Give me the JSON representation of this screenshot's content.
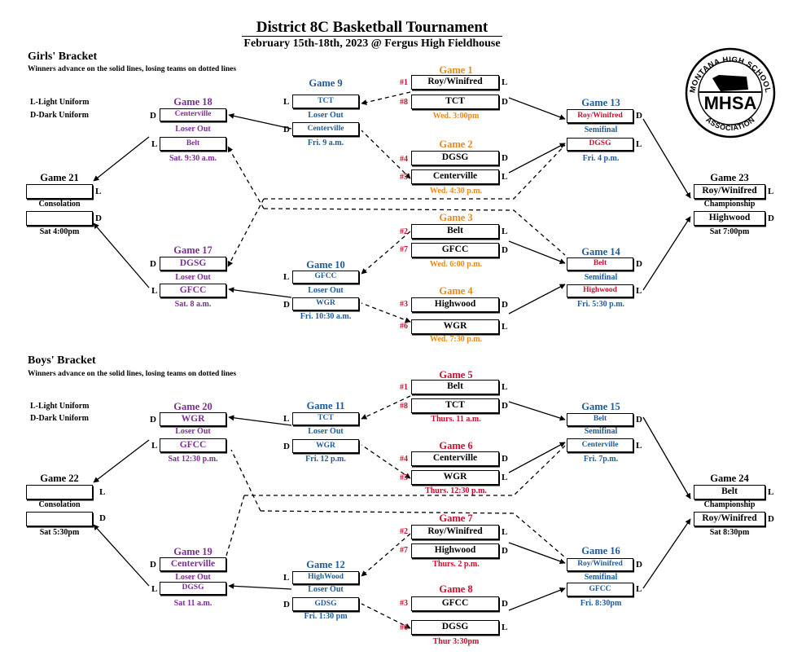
{
  "title": "District 8C Basketball Tournament",
  "subtitle": "February 15th-18th, 2023 @  Fergus High Fieldhouse",
  "colors": {
    "orange": "#e8891e",
    "blue": "#1f5a9a",
    "purple": "#7b2f93",
    "red": "#c8102e"
  },
  "logo": {
    "arc_text": "MONTANA HIGH SCHOOL",
    "bottom_text": "ASSOCIATION",
    "center_text": "MHSA",
    "icon": "montana-state-icon"
  },
  "legend": {
    "light": "L-Light Uniform",
    "dark": "D-Dark Uniform"
  },
  "labels": {
    "loser_out": "Loser Out",
    "semifinal": "Semifinal",
    "championship": "Championship",
    "consolation": "Consolation",
    "L": "L",
    "D": "D"
  },
  "girls": {
    "heading": "Girls' Bracket",
    "note": "Winners advance on the solid lines, losing teams on dotted lines",
    "game1": {
      "label": "Game 1",
      "time": "Wed. 3:00pm",
      "seed_top": "#1",
      "seed_bottom": "#8",
      "top": "Roy/Winifred",
      "bottom": "TCT"
    },
    "game2": {
      "label": "Game 2",
      "time": "Wed. 4:30 p.m.",
      "seed_top": "#4",
      "seed_bottom": "#5",
      "top": "DGSG",
      "bottom": "Centerville"
    },
    "game3": {
      "label": "Game 3",
      "time": "Wed. 6:00 p.m.",
      "seed_top": "#2",
      "seed_bottom": "#7",
      "top": "Belt",
      "bottom": "GFCC"
    },
    "game4": {
      "label": "Game 4",
      "time": "Wed. 7:30 p.m.",
      "seed_top": "#3",
      "seed_bottom": "#6",
      "top": "Highwood",
      "bottom": "WGR"
    },
    "game9": {
      "label": "Game 9",
      "time": "Fri. 9 a.m.",
      "top": "TCT",
      "bottom": "Centerville"
    },
    "game10": {
      "label": "Game 10",
      "time": "Fri. 10:30 a.m.",
      "top": "GFCC",
      "bottom": "WGR"
    },
    "game13": {
      "label": "Game 13",
      "time": "Fri. 4 p.m.",
      "top": "Roy/Winifred",
      "bottom": "DGSG"
    },
    "game14": {
      "label": "Game 14",
      "time": "Fri. 5:30 p.m.",
      "top": "Belt",
      "bottom": "Highwood"
    },
    "game17": {
      "label": "Game 17",
      "time": "Sat. 8 a.m.",
      "top": "DGSG",
      "bottom": "GFCC"
    },
    "game18": {
      "label": "Game 18",
      "time": "Sat. 9:30 a.m.",
      "top": "Centerville",
      "bottom": "Belt"
    },
    "game21": {
      "label": "Game 21",
      "time": "Sat 4:00pm",
      "top": "",
      "bottom": ""
    },
    "game23": {
      "label": "Game 23",
      "time": "Sat 7:00pm",
      "top": "Roy/Winifred",
      "bottom": "Highwood"
    }
  },
  "boys": {
    "heading": "Boys' Bracket",
    "note": "Winners advance on the solid lines, losing teams on dotted lines",
    "game5": {
      "label": "Game 5",
      "time": "Thurs. 11 a.m.",
      "seed_top": "#1",
      "seed_bottom": "#8",
      "top": "Belt",
      "bottom": "TCT"
    },
    "game6": {
      "label": "Game 6",
      "time": "Thurs. 12:30 p.m.",
      "seed_top": "#4",
      "seed_bottom": "#5",
      "top": "Centerville",
      "bottom": "WGR"
    },
    "game7": {
      "label": "Game 7",
      "time": "Thurs. 2 p.m.",
      "seed_top": "#2",
      "seed_bottom": "#7",
      "top": "Roy/Winifred",
      "bottom": "Highwood"
    },
    "game8": {
      "label": "Game 8",
      "time": "Thur 3:30pm",
      "seed_top": "#3",
      "seed_bottom": "#6",
      "top": "GFCC",
      "bottom": "DGSG"
    },
    "game11": {
      "label": "Game 11",
      "time": "Fri. 12 p.m.",
      "top": "TCT",
      "bottom": "WGR"
    },
    "game12": {
      "label": "Game 12",
      "time": "Fri. 1:30 pm",
      "top": "HighWood",
      "bottom": "GDSG"
    },
    "game15": {
      "label": "Game 15",
      "time": "Fri. 7p.m.",
      "top": "Belt",
      "bottom": "Centerville"
    },
    "game16": {
      "label": "Game 16",
      "time": "Fri. 8:30pm",
      "top": "Roy/Winifred",
      "bottom": "GFCC"
    },
    "game19": {
      "label": "Game 19",
      "time": "Sat 11 a.m.",
      "top": "Centerville",
      "bottom": "DGSG"
    },
    "game20": {
      "label": "Game 20",
      "time": "Sat  12:30 p.m.",
      "top": "WGR",
      "bottom": "GFCC"
    },
    "game22": {
      "label": "Game 22",
      "time": "Sat 5:30pm",
      "top": "",
      "bottom": ""
    },
    "game24": {
      "label": "Game 24",
      "time": "Sat 8:30pm",
      "top": "Belt",
      "bottom": "Roy/Winifred"
    }
  }
}
